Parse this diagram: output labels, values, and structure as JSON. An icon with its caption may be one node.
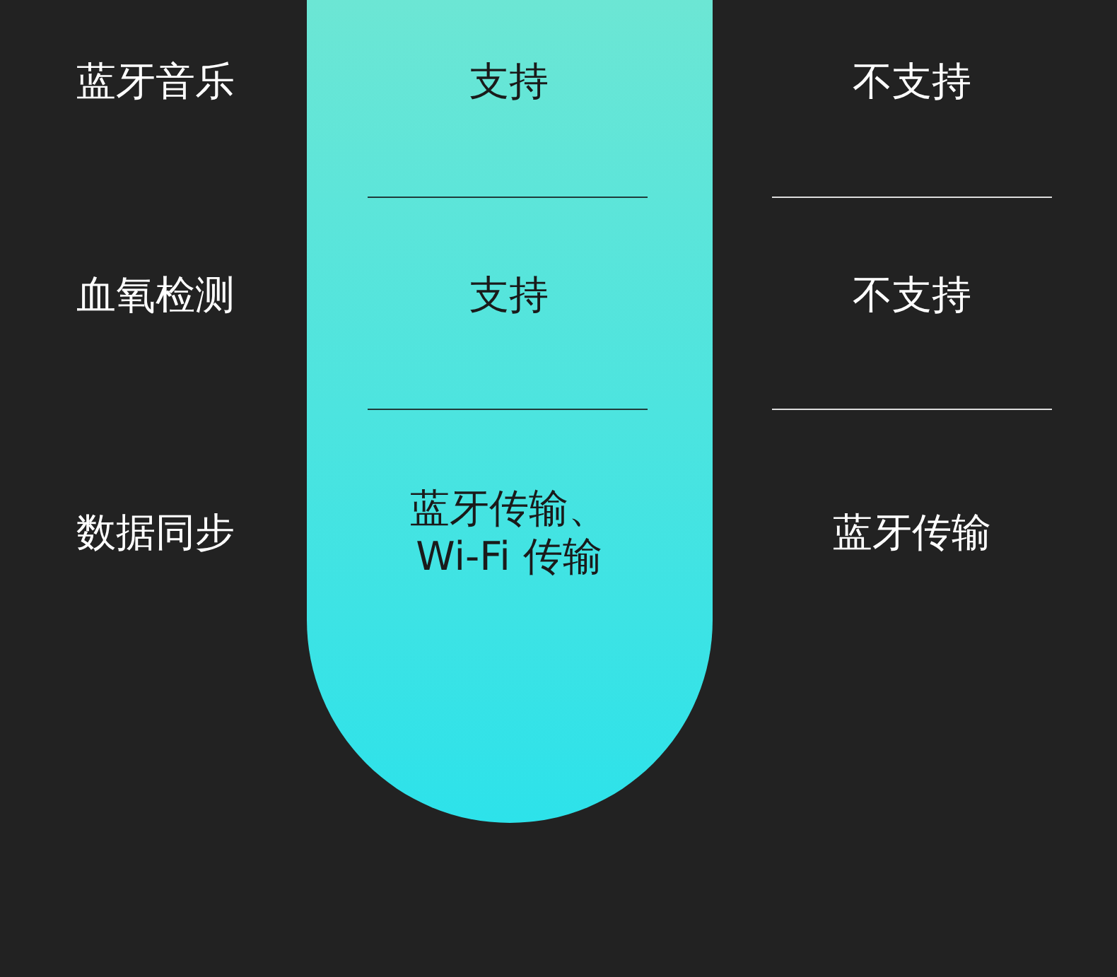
{
  "diagram": {
    "labels": [
      "蓝牙音乐",
      "支持",
      "不支持",
      "血氧检测",
      "支持",
      "不支持",
      "数据同步",
      "蓝牙传输、Wi-Fi 传输",
      "蓝牙传输"
    ]
  }
}
